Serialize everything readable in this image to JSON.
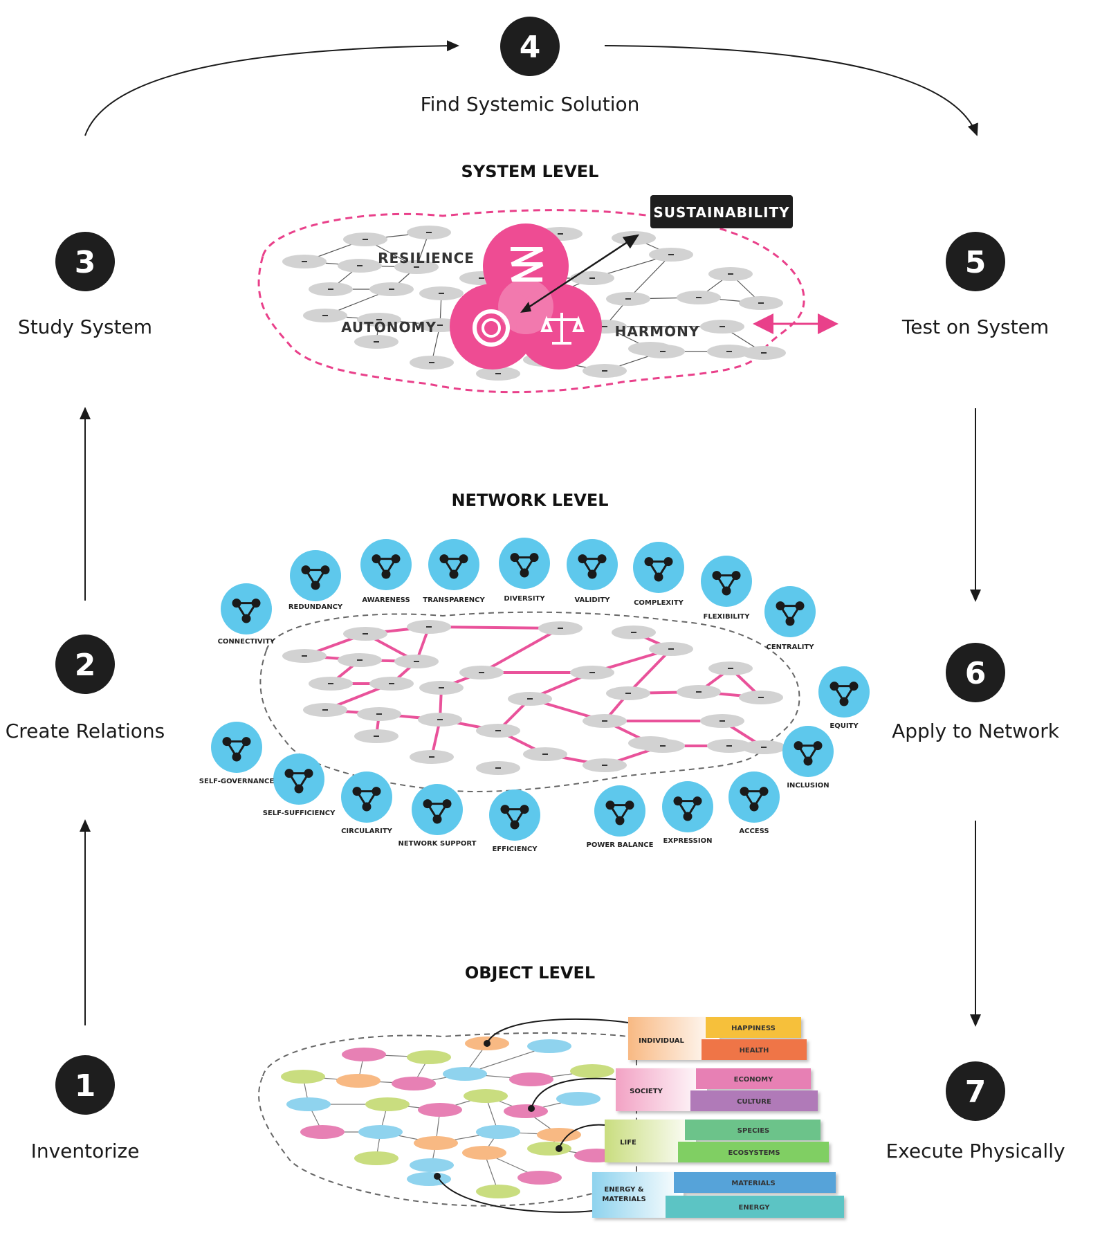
{
  "steps": [
    {
      "number": "1",
      "label": "Inventorize"
    },
    {
      "number": "2",
      "label": "Create Relations"
    },
    {
      "number": "3",
      "label": "Study System"
    },
    {
      "number": "4",
      "label": "Find Systemic Solution"
    },
    {
      "number": "5",
      "label": "Test on System"
    },
    {
      "number": "6",
      "label": "Apply to Network"
    },
    {
      "number": "7",
      "label": "Execute Physically"
    }
  ],
  "system_level": {
    "title": "SYSTEM LEVEL",
    "badge": "SUSTAINABILITY",
    "labels": {
      "resilience": "RESILIENCE",
      "autonomy": "AUTONOMY",
      "harmony": "HARMONY"
    }
  },
  "network_level": {
    "title": "NETWORK LEVEL",
    "properties": [
      {
        "label": "CONNECTIVITY",
        "icon": "triangle-network-icon"
      },
      {
        "label": "REDUNDANCY",
        "icon": "redundant-loop-icon"
      },
      {
        "label": "AWARENESS",
        "icon": "awareness-cluster-icon"
      },
      {
        "label": "TRANSPARENCY",
        "icon": "transparent-triangle-icon"
      },
      {
        "label": "DIVERSITY",
        "icon": "diverse-nodes-icon"
      },
      {
        "label": "VALIDITY",
        "icon": "validity-triangle-icon"
      },
      {
        "label": "COMPLEXITY",
        "icon": "complex-mesh-icon"
      },
      {
        "label": "FLEXIBILITY",
        "icon": "flexible-chain-icon"
      },
      {
        "label": "CENTRALITY",
        "icon": "central-hub-icon"
      },
      {
        "label": "EQUITY",
        "icon": "equal-people-icon"
      },
      {
        "label": "INCLUSION",
        "icon": "inclusion-people-icon"
      },
      {
        "label": "ACCESS",
        "icon": "key-icon"
      },
      {
        "label": "EXPRESSION",
        "icon": "megaphone-icon"
      },
      {
        "label": "POWER BALANCE",
        "icon": "power-balance-icon"
      },
      {
        "label": "EFFICIENCY",
        "icon": "efficiency-cycle-icon"
      },
      {
        "label": "NETWORK SUPPORT",
        "icon": "support-arrows-icon"
      },
      {
        "label": "CIRCULARITY",
        "icon": "circular-arrows-icon"
      },
      {
        "label": "SELF-SUFFICIENCY",
        "icon": "self-sufficiency-icon"
      },
      {
        "label": "SELF-GOVERNANCE",
        "icon": "self-governance-icon"
      }
    ]
  },
  "object_level": {
    "title": "OBJECT LEVEL",
    "categories": [
      {
        "group": "INDIVIDUAL",
        "items": [
          "HAPPINESS",
          "HEALTH"
        ]
      },
      {
        "group": "SOCIETY",
        "items": [
          "ECONOMY",
          "CULTURE"
        ]
      },
      {
        "group": "LIFE",
        "items": [
          "SPECIES",
          "ECOSYSTEMS"
        ]
      },
      {
        "group": "ENERGY & MATERIALS",
        "items": [
          "MATERIALS",
          "ENERGY"
        ]
      }
    ]
  },
  "colors": {
    "step_circle": "#1e1e1e",
    "accent_pink": "#e9408a",
    "network_blue": "#5ec8ec",
    "node_gray": "#d2d2d2",
    "happiness": "#f6c03a",
    "health": "#ef7447",
    "economy": "#e780b4",
    "culture": "#b07ab8",
    "species": "#6cc38a",
    "ecosystems": "#80cf63",
    "materials": "#56a3d9",
    "energy": "#5cc4c4",
    "individual": "#f8b983",
    "society": "#f2a2c4",
    "life": "#c9dd7f",
    "energy_materials": "#8fd3ee"
  }
}
